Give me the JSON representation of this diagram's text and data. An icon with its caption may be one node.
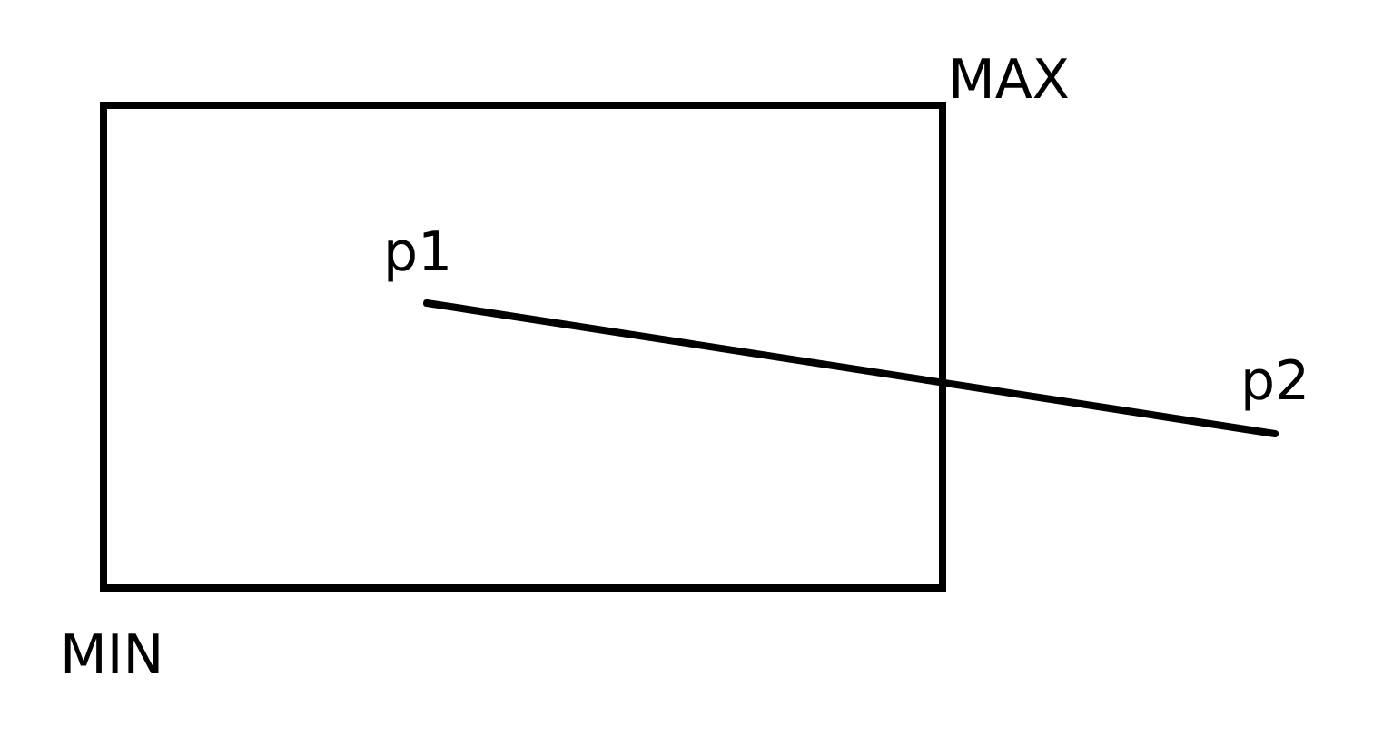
{
  "diagram": {
    "nodes": [
      {
        "text": [
          "p1"
        ]
      },
      {
        "text": [
          "p2"
        ]
      }
    ],
    "edges": [
      {
        "from": 0,
        "to": 1,
        "arrow": "none"
      }
    ],
    "labels": [
      "MAX",
      "MIN"
    ]
  }
}
